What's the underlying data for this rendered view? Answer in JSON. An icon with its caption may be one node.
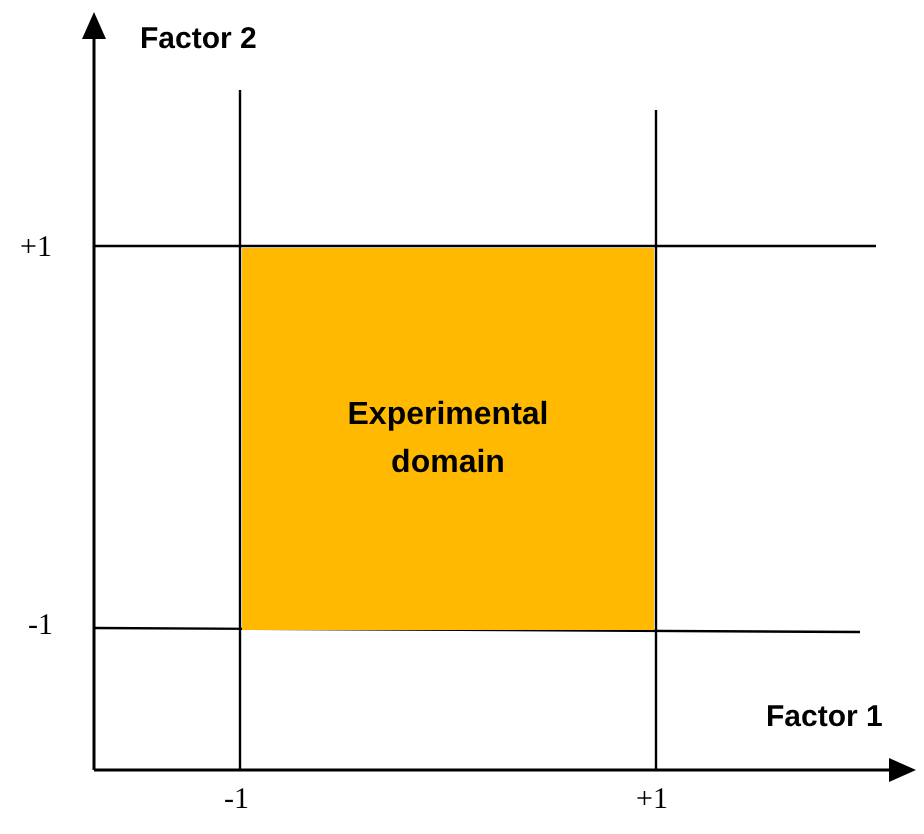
{
  "diagram": {
    "nodes": [
      {
        "text": [
          "Experimental domain"
        ]
      }
    ],
    "labels": [
      "Factor 2",
      "+1",
      "-1",
      "Factor 1",
      "-1",
      "+1"
    ]
  }
}
